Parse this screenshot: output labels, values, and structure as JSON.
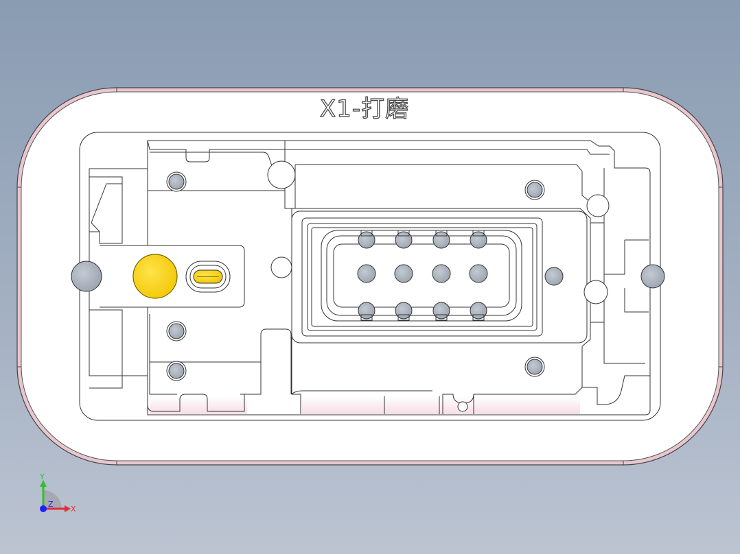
{
  "part_label": "X1-打磨",
  "triad": {
    "x_label": "X",
    "y_label": "Y",
    "z_label": "Z"
  },
  "colors": {
    "background_top": "#8a9cb2",
    "background_bottom": "#bcc4d2",
    "part_face": "#ffffff",
    "edge_line": "#333333",
    "outer_rim": "#c98a98",
    "pin_fill": "#a9b1bc",
    "highlight_yellow": "#ffd71c",
    "axis_x": "#e03030",
    "axis_y": "#30c030",
    "axis_z": "#2020ff"
  },
  "icons": {
    "triad": "view-orientation-triad-icon"
  }
}
